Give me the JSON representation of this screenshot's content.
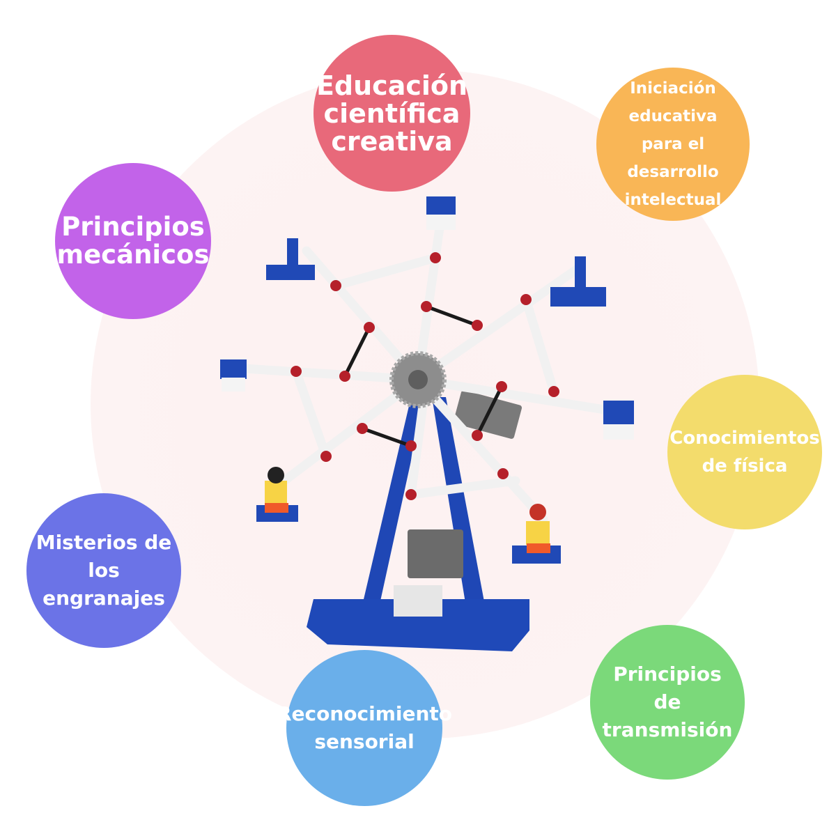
{
  "features": [
    {
      "label": "Educación\ncientífica\ncreativa",
      "color": "#e8697a"
    },
    {
      "label": "Iniciación\neducativa\npara el desarrollo\nintelectual",
      "color": "#f9b656"
    },
    {
      "label": "Principios\nmecánicos",
      "color": "#c263e9"
    },
    {
      "label": "Conocimientos\nde física",
      "color": "#f3dc6c"
    },
    {
      "label": "Misterios de\nlos engranajes",
      "color": "#6b73e7"
    },
    {
      "label": "Reconocimiento\nsensorial",
      "color": "#6aafea"
    },
    {
      "label": "Principios\nde\ntransmisión",
      "color": "#7bd97a"
    }
  ],
  "product": {
    "icon": "ferris-wheel-building-kit"
  }
}
